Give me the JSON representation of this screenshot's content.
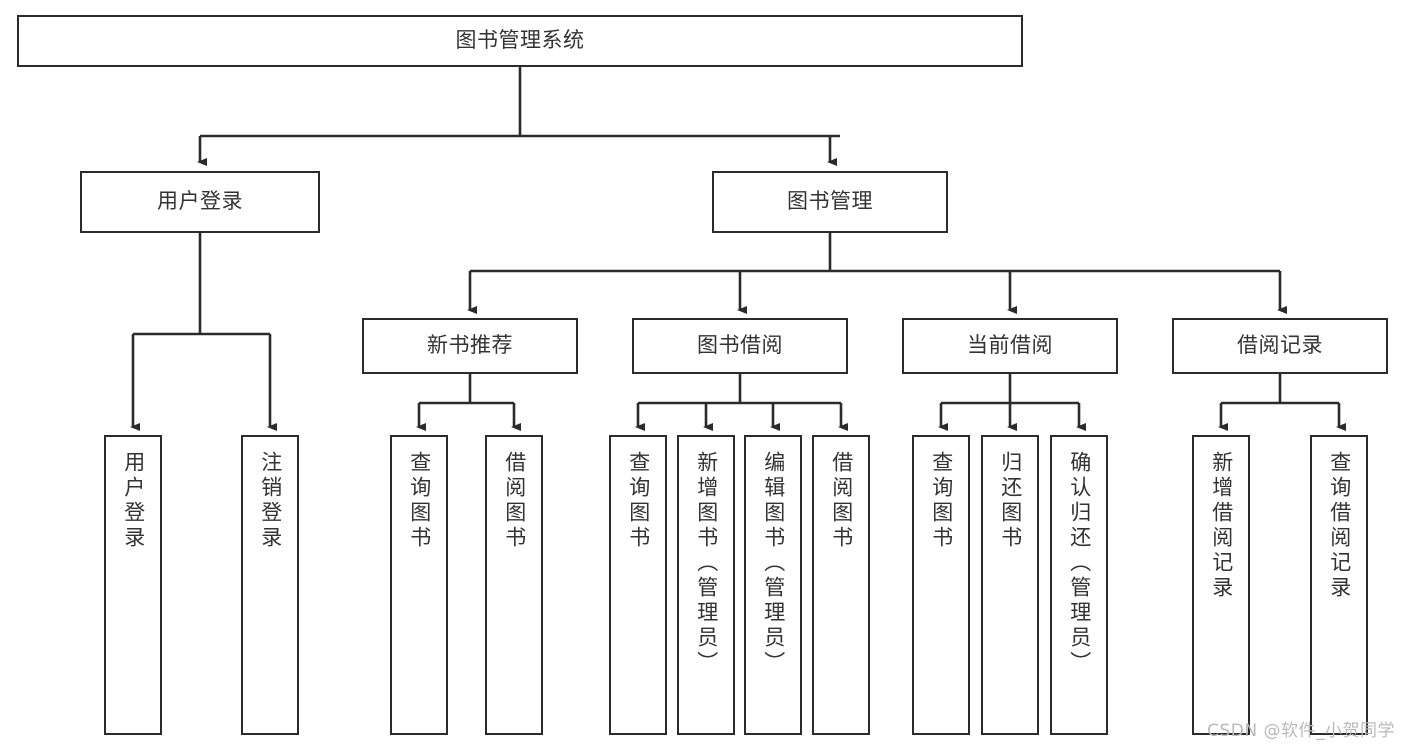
{
  "diagram": {
    "title": "图书管理系统",
    "watermark": "CSDN @软件_小贺同学",
    "line_color": "#2b2b2b",
    "box_fill": "#ffffff",
    "text_color": "#333333",
    "watermark_color": "#b9b9b9",
    "nodes": {
      "root": "图书管理系统",
      "level2": {
        "user_login": "用户登录",
        "book_manage": "图书管理"
      },
      "level3": {
        "new_book_rec": "新书推荐",
        "book_borrow": "图书借阅",
        "current_borrow": "当前借阅",
        "borrow_record": "借阅记录"
      },
      "leaves": {
        "user_login_1": "用户登录",
        "user_login_2": "注销登录",
        "new_book_rec_1": "查询图书",
        "new_book_rec_2": "借阅图书",
        "book_borrow_1": "查询图书",
        "book_borrow_2": "新增图书（管理员）",
        "book_borrow_3": "编辑图书（管理员）",
        "book_borrow_4": "借阅图书",
        "current_borrow_1": "查询图书",
        "current_borrow_2": "归还图书",
        "current_borrow_3": "确认归还（管理员）",
        "borrow_record_1": "新增借阅记录",
        "borrow_record_2": "查询借阅记录"
      }
    }
  }
}
